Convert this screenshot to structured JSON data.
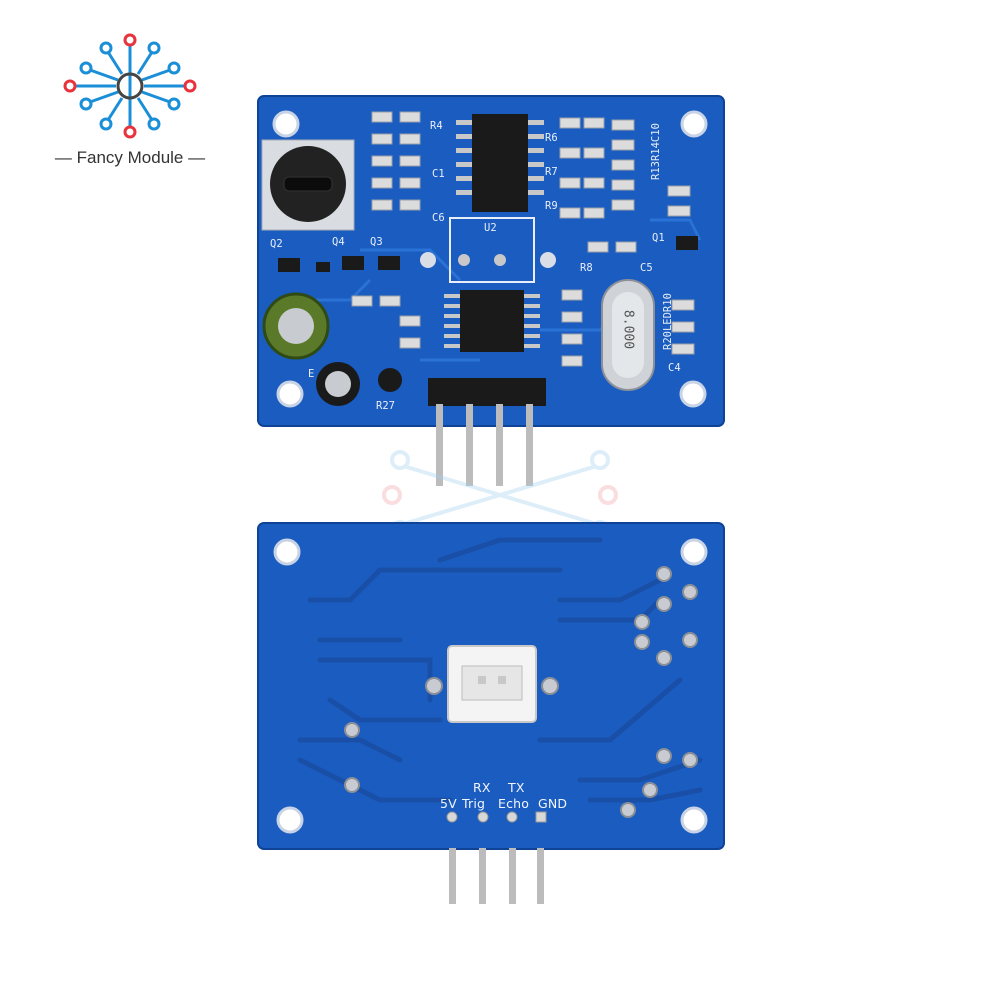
{
  "brand": {
    "name": "Fancy Module",
    "colors": {
      "red": "#e8323c",
      "blue": "#1a8fd8",
      "board": "#1a5cc0",
      "board_dark": "#154fa8"
    }
  },
  "board_front": {
    "silkscreen": {
      "r4": "R4",
      "r6": "R6",
      "r7": "R7",
      "r9": "R9",
      "r8": "R8",
      "c1": "C1",
      "c6": "C6",
      "c5": "C5",
      "c4": "C4",
      "u2": "U2",
      "q2": "Q2",
      "q4": "Q4",
      "q3": "Q3",
      "q1": "Q1",
      "r27": "R27",
      "e1": "E",
      "side_top": "R13R14C10",
      "side_bottom": "R20LEDR10"
    },
    "crystal_marking": "8.000"
  },
  "board_back": {
    "pins": {
      "rx": "RX",
      "tx": "TX",
      "v5": "5V",
      "trig": "Trig",
      "echo": "Echo",
      "gnd": "GND"
    }
  }
}
